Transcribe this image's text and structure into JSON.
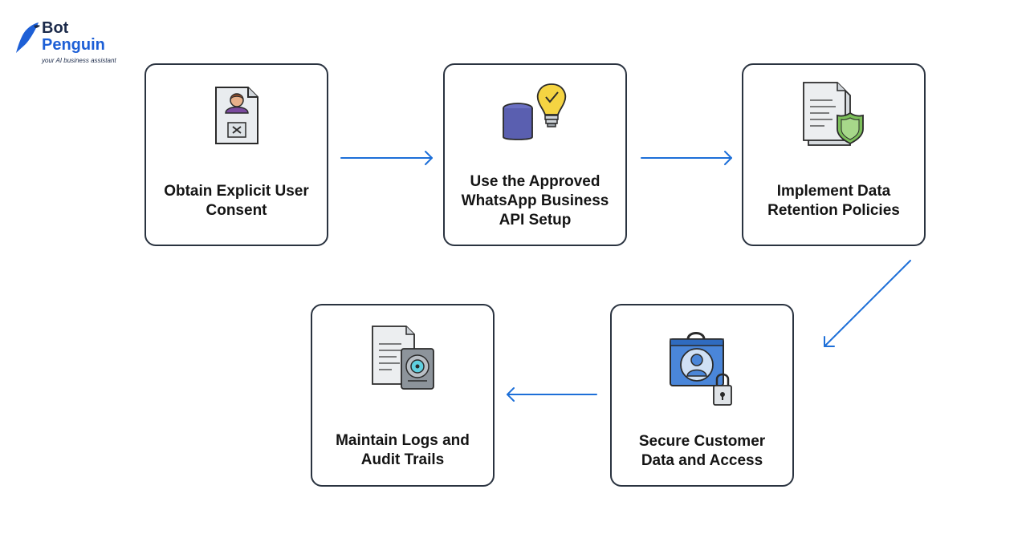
{
  "brand": {
    "line1": "Bot",
    "line2": "Penguin",
    "tagline": "your AI business assistant",
    "colors": {
      "dark": "#1b2a4a",
      "blue": "#1d5fd6"
    }
  },
  "steps": [
    {
      "label_lines": [
        "Obtain Explicit User",
        "Consent"
      ],
      "icon": "consent-document-icon"
    },
    {
      "label_lines": [
        "Use the Approved",
        "WhatsApp Business",
        "API Setup"
      ],
      "icon": "database-lightbulb-icon"
    },
    {
      "label_lines": [
        "Implement Data",
        "Retention Policies"
      ],
      "icon": "document-shield-icon"
    },
    {
      "label_lines": [
        "Secure Customer",
        "Data and Access"
      ],
      "icon": "user-profile-lock-icon"
    },
    {
      "label_lines": [
        "Maintain Logs and",
        "Audit Trails"
      ],
      "icon": "document-audit-icon"
    }
  ],
  "colors": {
    "arrow": "#1d6fd8",
    "card_border": "#2a3340"
  }
}
